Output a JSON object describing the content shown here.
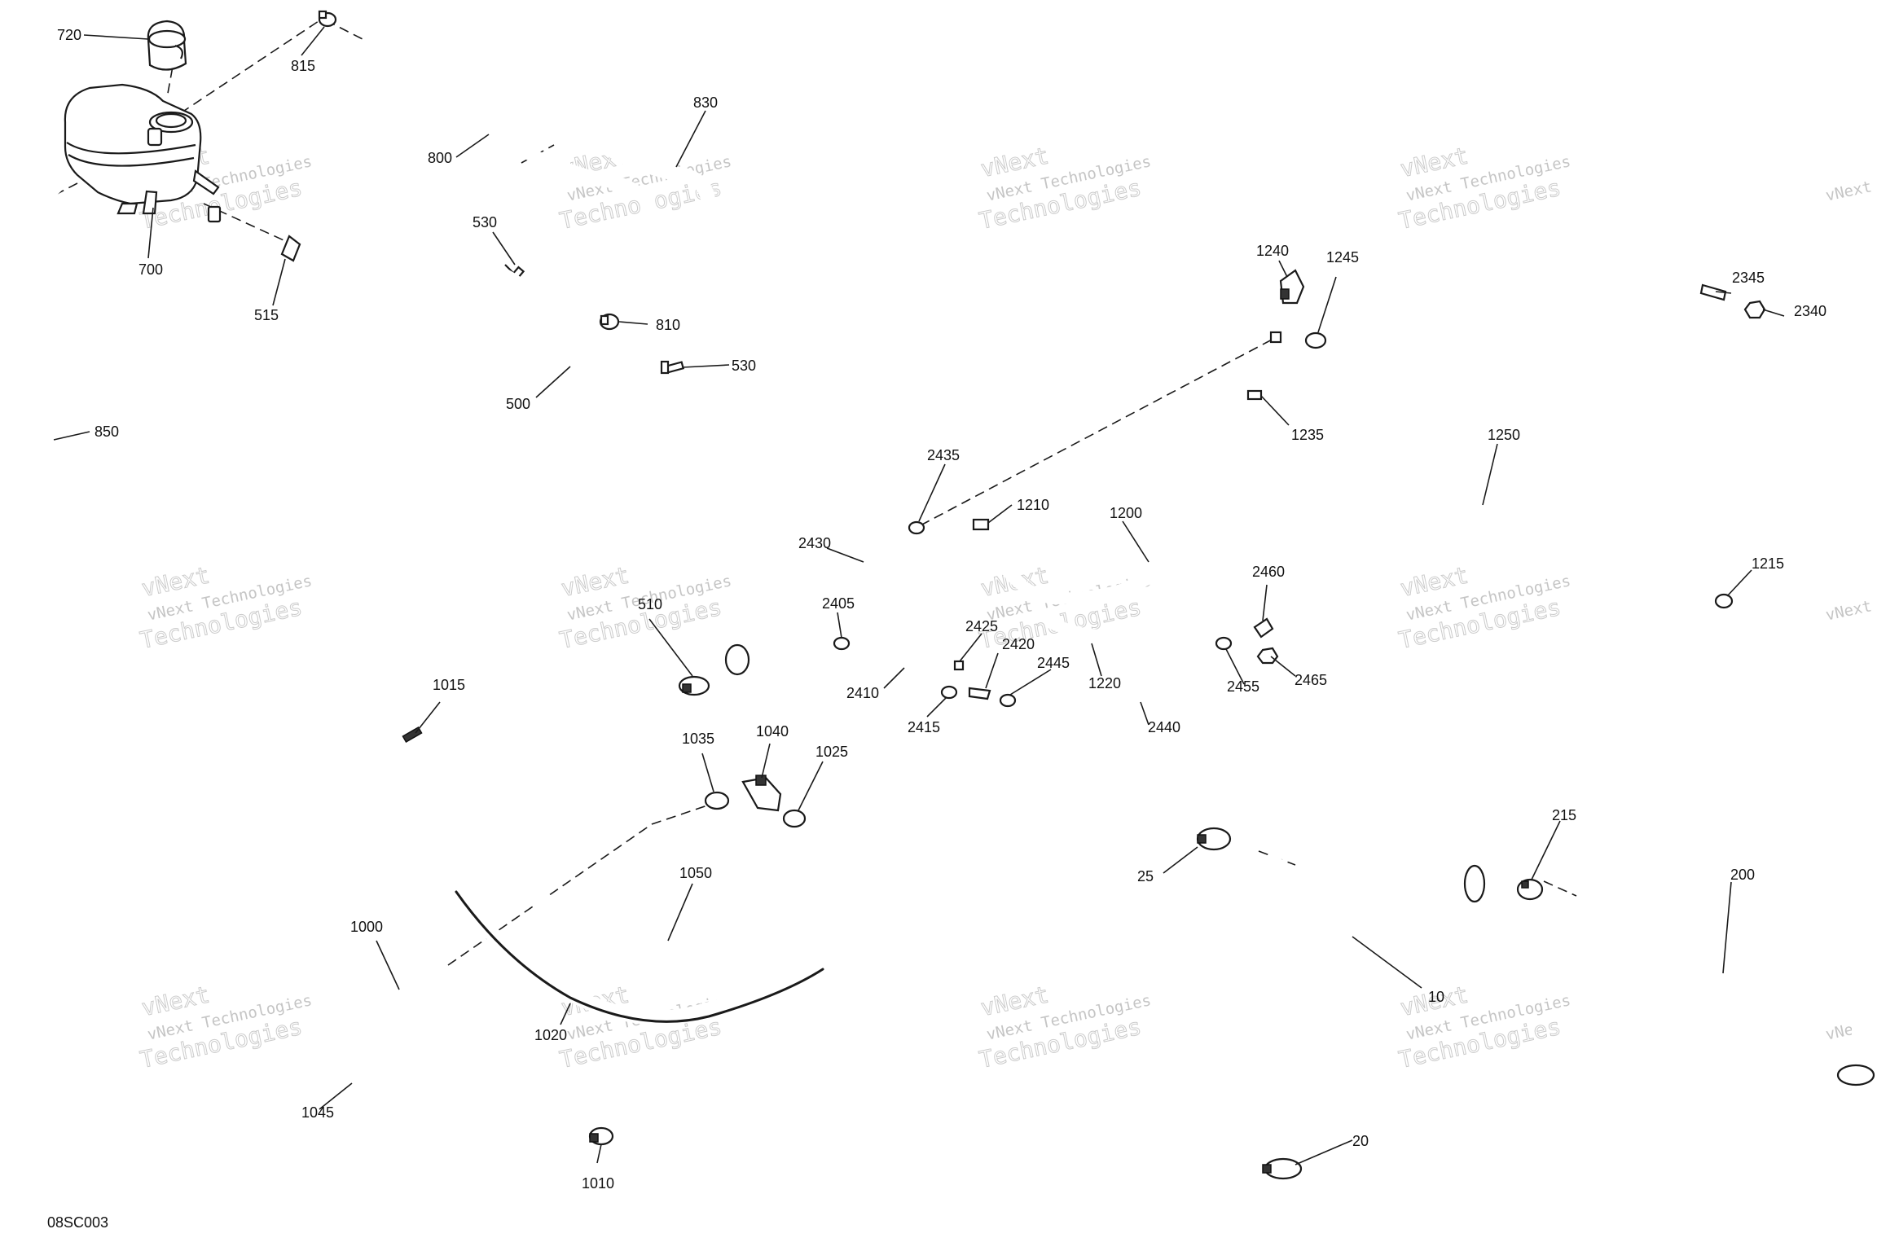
{
  "diagram_ref": "08SC003",
  "watermark": {
    "line1": "vNext Technologies",
    "line2": "Technologies",
    "line3": "vNext"
  },
  "callouts": {
    "c720": "720",
    "c815": "815",
    "c830": "830",
    "c800": "800",
    "c700": "700",
    "c530a": "530",
    "c515": "515",
    "c810": "810",
    "c530b": "530",
    "c500": "500",
    "c850": "850",
    "c510": "510",
    "c1015": "1015",
    "c1035": "1035",
    "c1040": "1040",
    "c1025": "1025",
    "c1050": "1050",
    "c1000": "1000",
    "c1020": "1020",
    "c1045": "1045",
    "c1010": "1010",
    "c1240": "1240",
    "c1245": "1245",
    "c1235": "1235",
    "c1250": "1250",
    "c2345": "2345",
    "c2340": "2340",
    "c2435": "2435",
    "c1210": "1210",
    "c1200": "1200",
    "c2430": "2430",
    "c2405": "2405",
    "c2425": "2425",
    "c2420": "2420",
    "c2445": "2445",
    "c2410": "2410",
    "c2415": "2415",
    "c1220": "1220",
    "c2460": "2460",
    "c2455": "2455",
    "c2465": "2465",
    "c2440": "2440",
    "c1215": "1215",
    "c25": "25",
    "c10": "10",
    "c20": "20",
    "c215": "215",
    "c200": "200"
  }
}
